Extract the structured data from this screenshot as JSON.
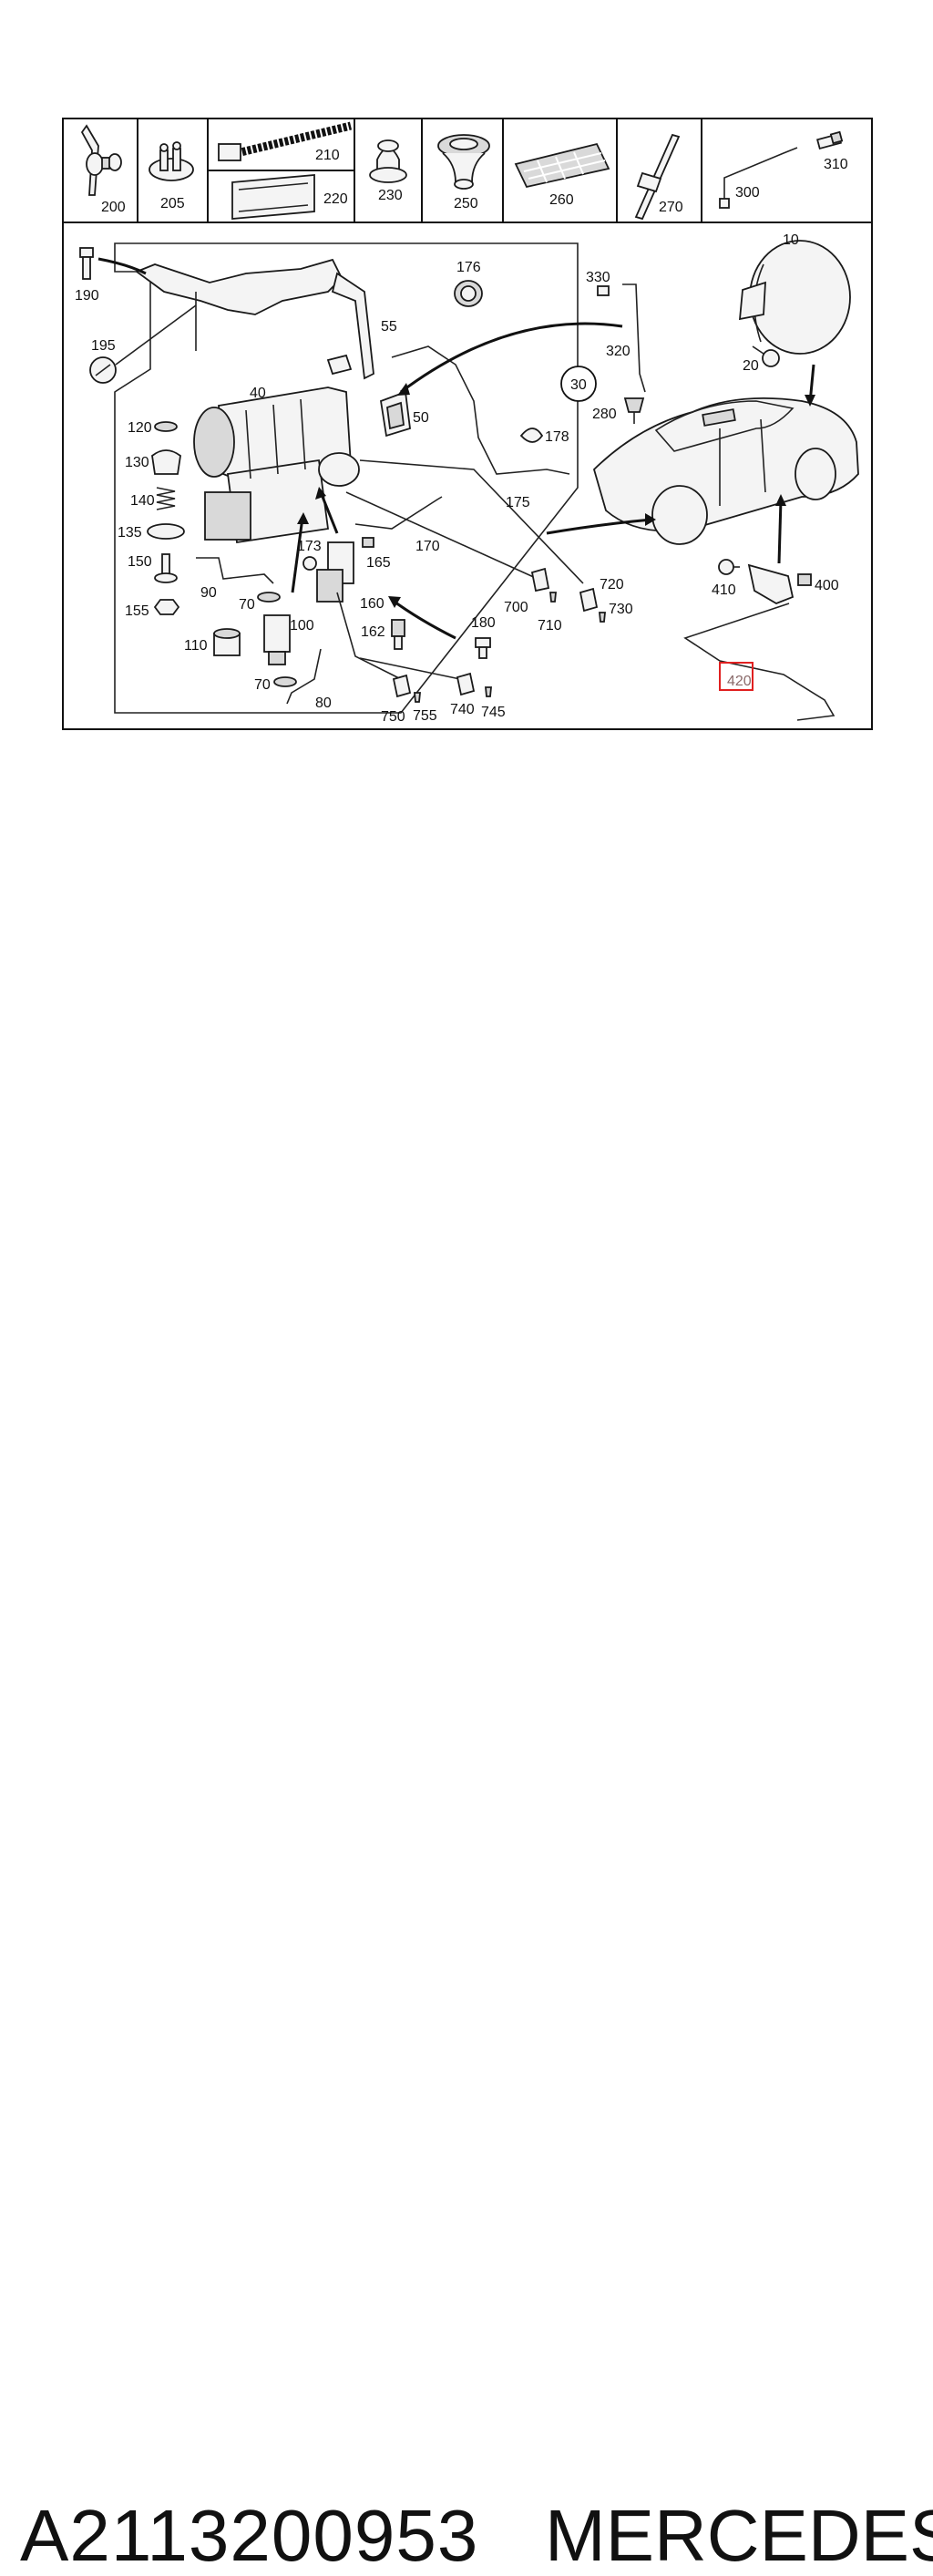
{
  "header_parts": [
    {
      "id": "200"
    },
    {
      "id": "205"
    },
    {
      "id": "210"
    },
    {
      "id": "220"
    },
    {
      "id": "230"
    },
    {
      "id": "250"
    },
    {
      "id": "260"
    },
    {
      "id": "270"
    },
    {
      "id": "300"
    },
    {
      "id": "310"
    }
  ],
  "callouts": {
    "c10": "10",
    "c20": "20",
    "c30": "30",
    "c40": "40",
    "c50": "50",
    "c55": "55",
    "c70a": "70",
    "c70b": "70",
    "c80": "80",
    "c90": "90",
    "c100": "100",
    "c110": "110",
    "c120": "120",
    "c130": "130",
    "c135": "135",
    "c140": "140",
    "c150": "150",
    "c155": "155",
    "c160": "160",
    "c162": "162",
    "c165": "165",
    "c170": "170",
    "c173": "173",
    "c175": "175",
    "c176": "176",
    "c178": "178",
    "c180": "180",
    "c190": "190",
    "c195": "195",
    "c280": "280",
    "c320": "320",
    "c330": "330",
    "c400": "400",
    "c410": "410",
    "c420": "420",
    "c700": "700",
    "c710": "710",
    "c720": "720",
    "c730": "730",
    "c740": "740",
    "c745": "745",
    "c750": "750",
    "c755": "755"
  },
  "highlight": {
    "part": "420",
    "color": "#e02020"
  },
  "caption": {
    "part_number": "A2113200953",
    "brand": "MERCEDES"
  }
}
